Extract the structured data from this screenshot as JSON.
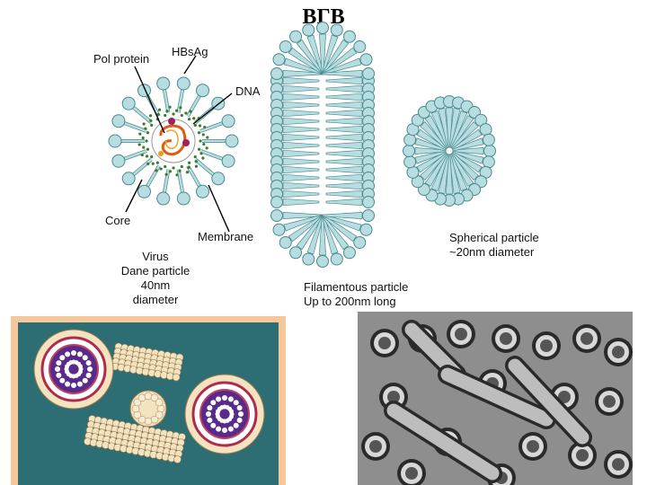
{
  "title": "ВГВ",
  "labels": {
    "pol_protein": "Pol protein",
    "hbsag": "HBsAg",
    "dna": "DNA",
    "core": "Core",
    "membrane": "Membrane",
    "virus": [
      "Virus",
      "Dane particle",
      "40nm",
      "diameter"
    ],
    "filamentous": [
      "Filamentous particle",
      "Up to 200nm long"
    ],
    "spherical": [
      "Spherical particle",
      "~20nm diameter"
    ]
  },
  "colors": {
    "spike": "#b7dde0",
    "spike_stroke": "#4a8a90",
    "core_stroke": "#e05a10",
    "pol": "#a0205a",
    "panel_border": "#f4c89a",
    "panel_bg": "#2d6e74",
    "micrograph": "#9a9a9a"
  }
}
